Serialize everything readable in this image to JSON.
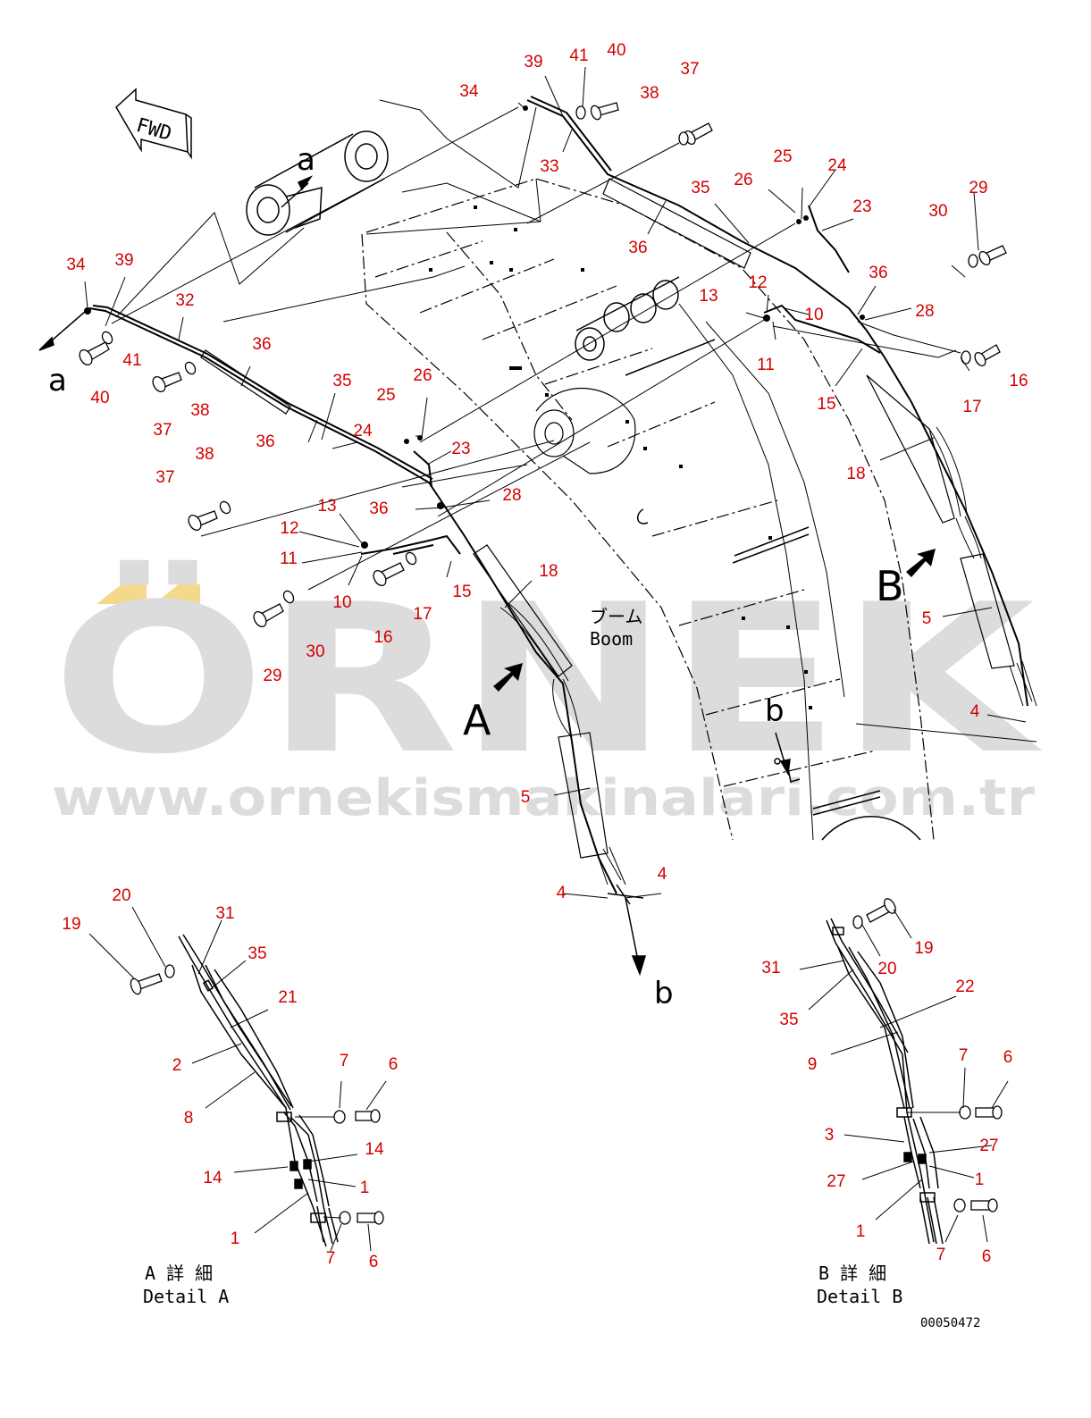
{
  "colors": {
    "line": "#000000",
    "callout": "#d40000",
    "watermark": "#dcdcdc",
    "watermark_dots": "#f3d98c"
  },
  "watermark": {
    "brand": "ÖRNEK",
    "url": "www.ornekismakinalari.com.tr"
  },
  "labels": {
    "fwd": "FWD",
    "boom_jp": "ブーム",
    "boom_en": "Boom",
    "detail_a_jp": "A 詳 細",
    "detail_a_en": "Detail A",
    "detail_b_jp": "B 詳 細",
    "detail_b_en": "Detail B",
    "part_code": "00050472"
  },
  "refs": {
    "a_top": "a",
    "a_left": "a",
    "b_mid": "b",
    "b_bottom": "b",
    "view_a": "A",
    "view_b": "B"
  },
  "callouts": [
    {
      "t": "39"
    },
    {
      "t": "41"
    },
    {
      "t": "40"
    },
    {
      "t": "34"
    },
    {
      "t": "38"
    },
    {
      "t": "37"
    },
    {
      "t": "33"
    },
    {
      "t": "25"
    },
    {
      "t": "24"
    },
    {
      "t": "26"
    },
    {
      "t": "35"
    },
    {
      "t": "23"
    },
    {
      "t": "29"
    },
    {
      "t": "30"
    },
    {
      "t": "36"
    },
    {
      "t": "36"
    },
    {
      "t": "28"
    },
    {
      "t": "13"
    },
    {
      "t": "12"
    },
    {
      "t": "10"
    },
    {
      "t": "11"
    },
    {
      "t": "16"
    },
    {
      "t": "17"
    },
    {
      "t": "15"
    },
    {
      "t": "18"
    },
    {
      "t": "5"
    },
    {
      "t": "4"
    },
    {
      "t": "34"
    },
    {
      "t": "39"
    },
    {
      "t": "32"
    },
    {
      "t": "36"
    },
    {
      "t": "41"
    },
    {
      "t": "40"
    },
    {
      "t": "37"
    },
    {
      "t": "38"
    },
    {
      "t": "35"
    },
    {
      "t": "36"
    },
    {
      "t": "24"
    },
    {
      "t": "26"
    },
    {
      "t": "25"
    },
    {
      "t": "23"
    },
    {
      "t": "38"
    },
    {
      "t": "37"
    },
    {
      "t": "13"
    },
    {
      "t": "36"
    },
    {
      "t": "28"
    },
    {
      "t": "12"
    },
    {
      "t": "11"
    },
    {
      "t": "18"
    },
    {
      "t": "10"
    },
    {
      "t": "15"
    },
    {
      "t": "17"
    },
    {
      "t": "16"
    },
    {
      "t": "29"
    },
    {
      "t": "30"
    },
    {
      "t": "5"
    },
    {
      "t": "4"
    },
    {
      "t": "4"
    },
    {
      "t": "20"
    },
    {
      "t": "31"
    },
    {
      "t": "19"
    },
    {
      "t": "35"
    },
    {
      "t": "21"
    },
    {
      "t": "2"
    },
    {
      "t": "8"
    },
    {
      "t": "7"
    },
    {
      "t": "6"
    },
    {
      "t": "14"
    },
    {
      "t": "14"
    },
    {
      "t": "1"
    },
    {
      "t": "1"
    },
    {
      "t": "7"
    },
    {
      "t": "6"
    },
    {
      "t": "19"
    },
    {
      "t": "20"
    },
    {
      "t": "31"
    },
    {
      "t": "35"
    },
    {
      "t": "22"
    },
    {
      "t": "9"
    },
    {
      "t": "7"
    },
    {
      "t": "6"
    },
    {
      "t": "3"
    },
    {
      "t": "27"
    },
    {
      "t": "27"
    },
    {
      "t": "1"
    },
    {
      "t": "1"
    },
    {
      "t": "7"
    },
    {
      "t": "6"
    }
  ]
}
